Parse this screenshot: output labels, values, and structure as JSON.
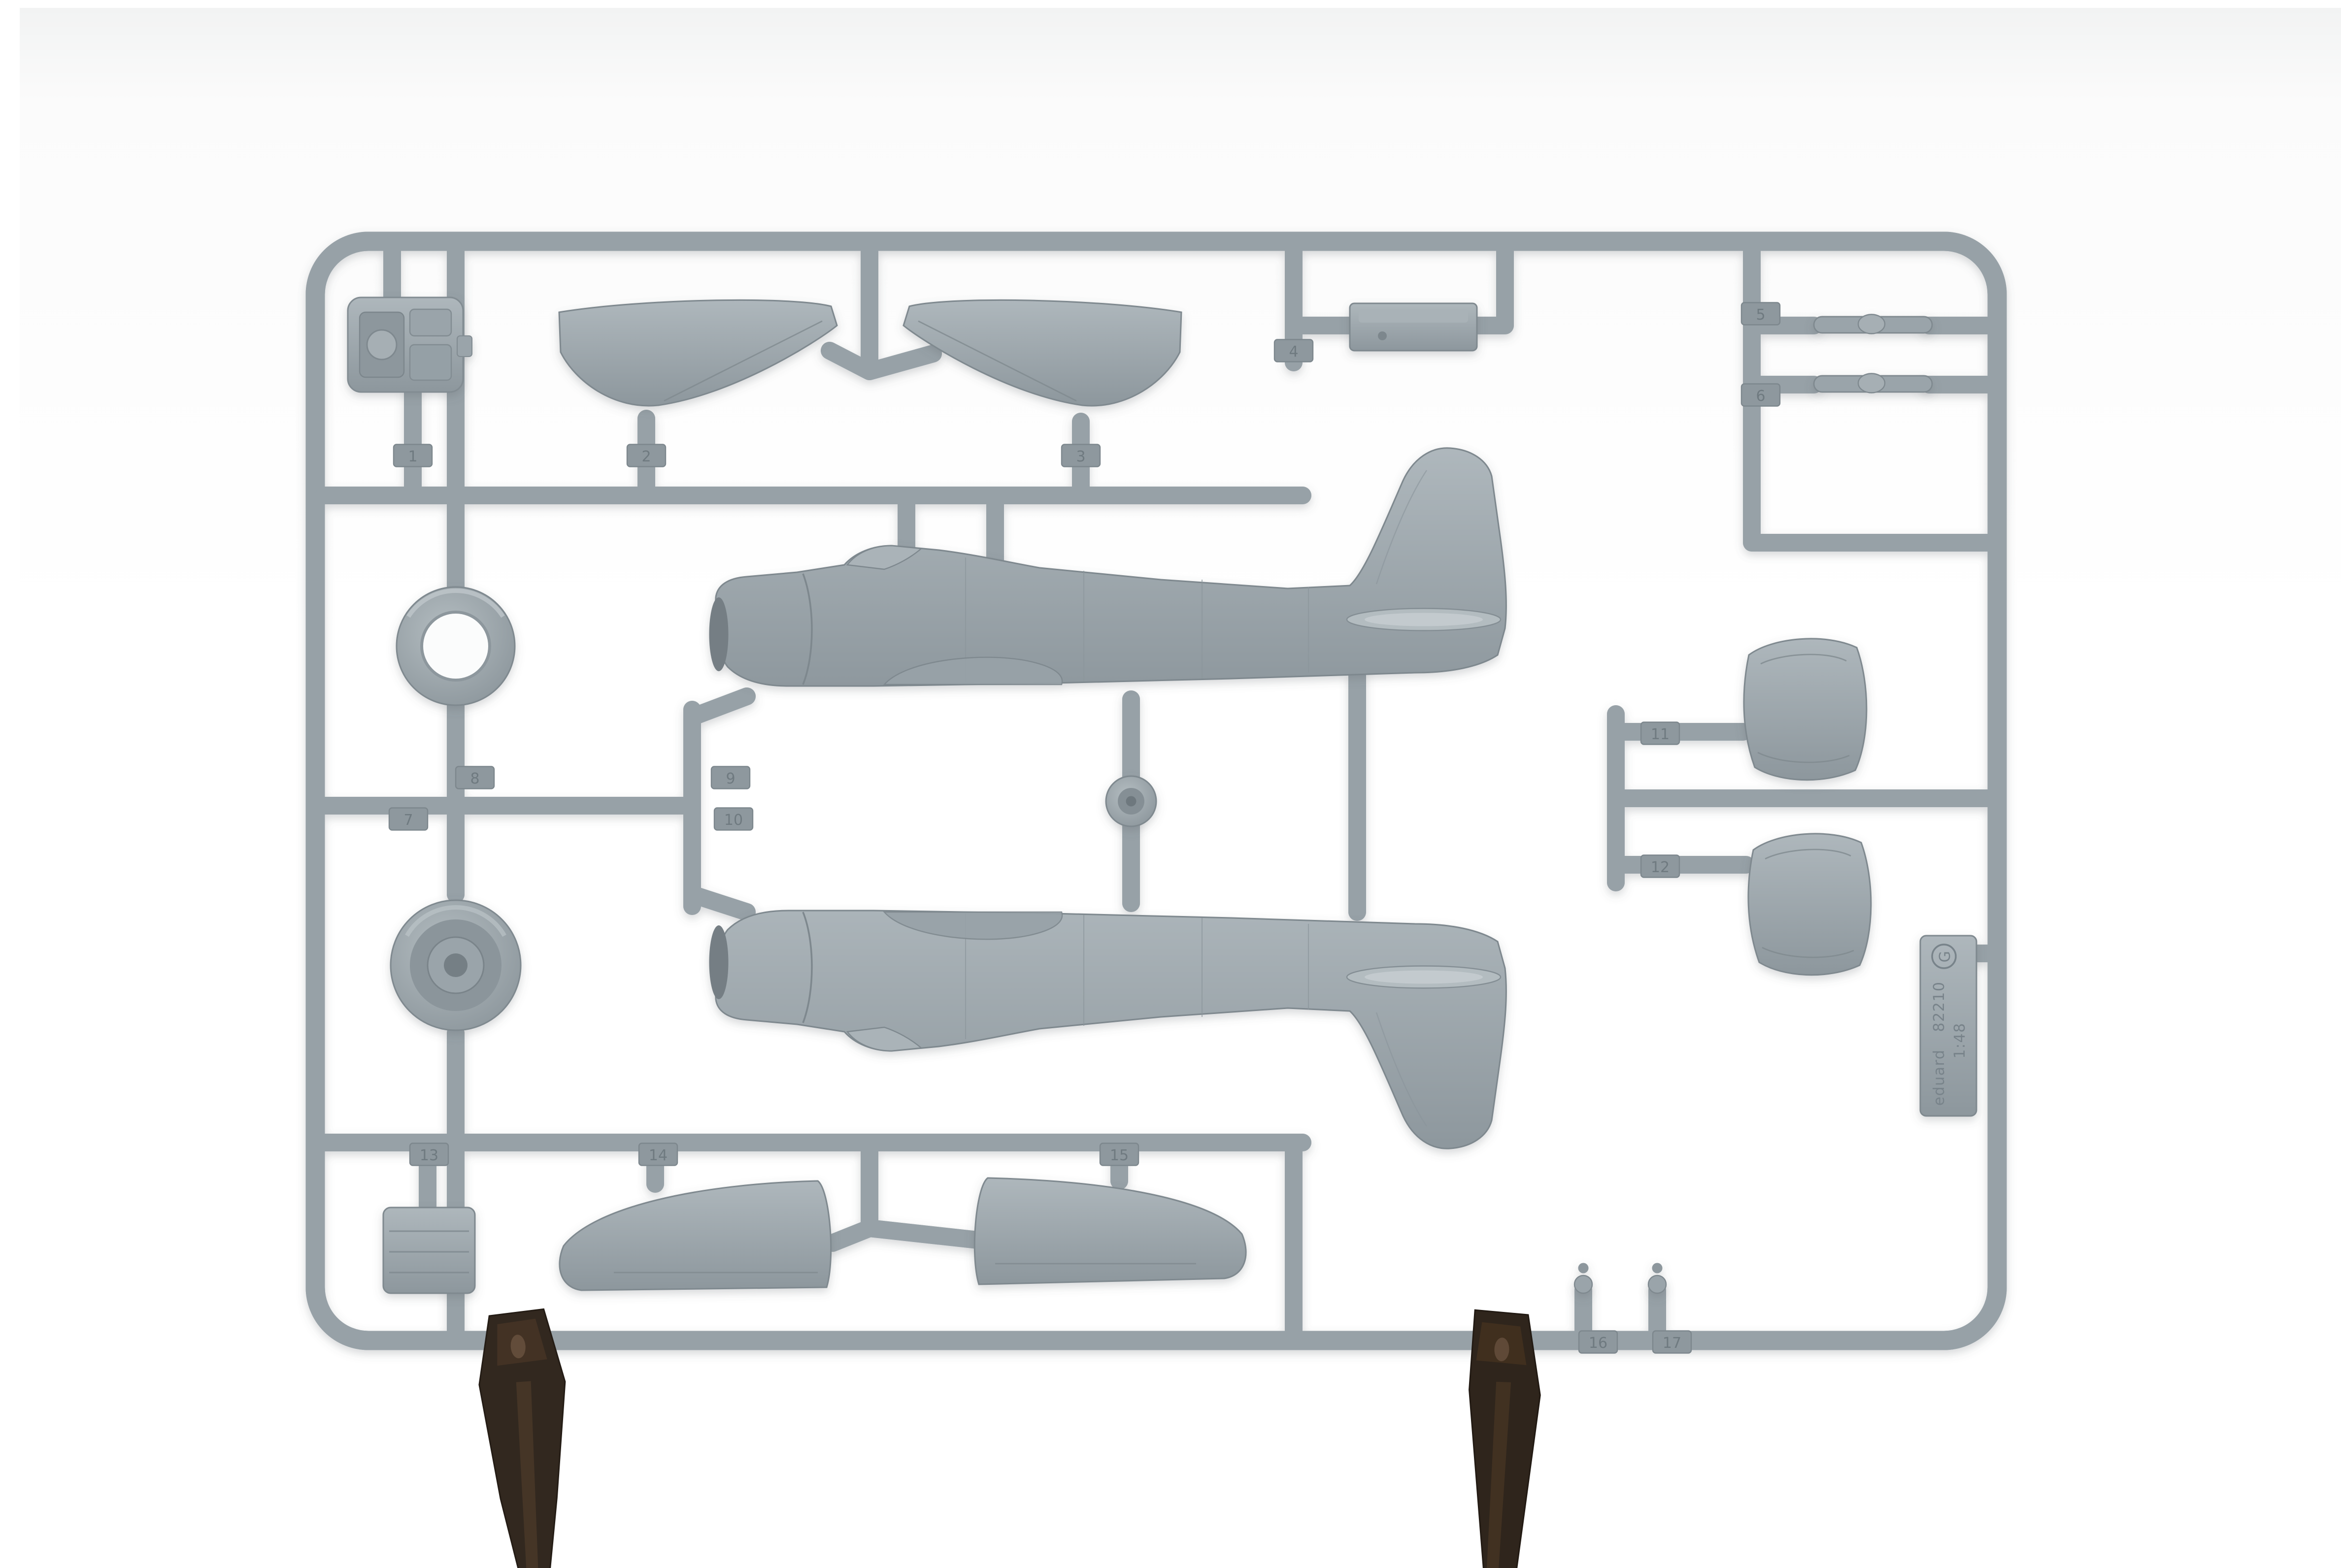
{
  "scene": {
    "description": "Overhead photograph of a grey injection-moulded polystyrene sprue with 1:48 scale aircraft model kit parts, held at the bottom edge by two dark brown clips",
    "background_color": "#ffffff",
    "sprue_color": "#9aa4aa",
    "clip_color": "#32281f"
  },
  "tag": {
    "sprue_letter": "G",
    "kit_number": "82210",
    "brand": "eduard",
    "scale": "1:48"
  },
  "parts": [
    {
      "number": "1",
      "name": "engine-accessory-block"
    },
    {
      "number": "2",
      "name": "upper-wing-half-left"
    },
    {
      "number": "3",
      "name": "upper-wing-half-right"
    },
    {
      "number": "4",
      "name": "cockpit-box"
    },
    {
      "number": "5",
      "name": "small-strut"
    },
    {
      "number": "6",
      "name": "small-strut"
    },
    {
      "number": "7",
      "name": "cowling-ring-lower"
    },
    {
      "number": "8",
      "name": "cowling-ring-upper"
    },
    {
      "number": "9",
      "name": "fuselage-half-left"
    },
    {
      "number": "10",
      "name": "fuselage-half-right"
    },
    {
      "number": "11",
      "name": "cowling-side-panel"
    },
    {
      "number": "12",
      "name": "cowling-side-panel"
    },
    {
      "number": "13",
      "name": "radiator-block"
    },
    {
      "number": "14",
      "name": "lower-wing-half-left"
    },
    {
      "number": "15",
      "name": "lower-wing-half-right"
    },
    {
      "number": "16",
      "name": "small-pin"
    },
    {
      "number": "17",
      "name": "small-pin"
    }
  ]
}
